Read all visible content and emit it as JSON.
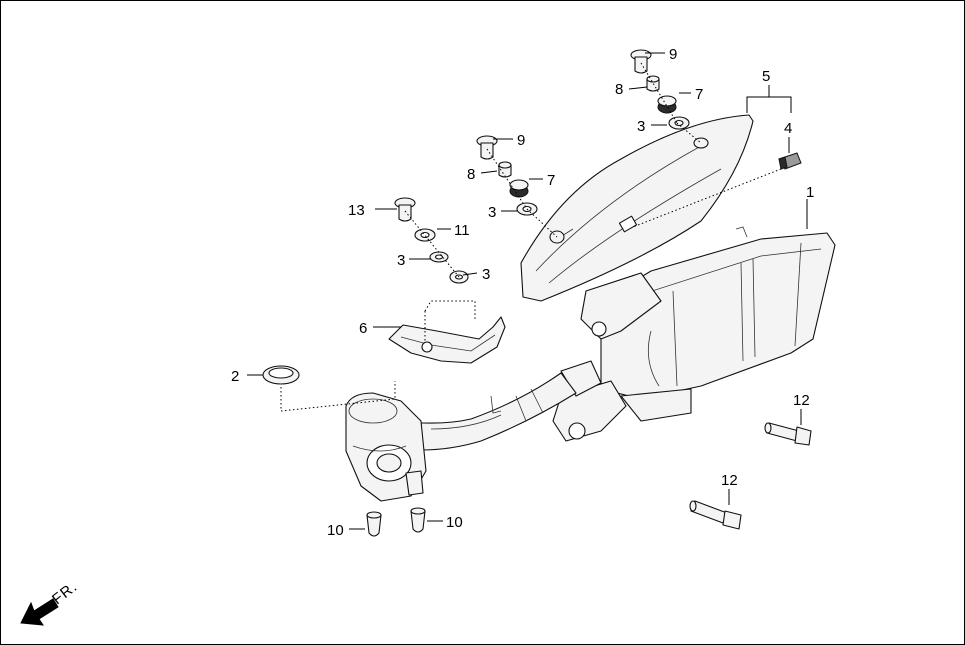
{
  "diagram": {
    "callouts": [
      {
        "id": "c-1",
        "label": "1",
        "part": "muffler-assembly"
      },
      {
        "id": "c-2",
        "label": "2",
        "part": "exhaust-gasket"
      },
      {
        "id": "c-3a",
        "label": "3",
        "part": "washer-upper-right"
      },
      {
        "id": "c-3b",
        "label": "3",
        "part": "washer-mid"
      },
      {
        "id": "c-3c",
        "label": "3",
        "part": "washer-left-1"
      },
      {
        "id": "c-3d",
        "label": "3",
        "part": "washer-left-2"
      },
      {
        "id": "c-4",
        "label": "4",
        "part": "clip-nut"
      },
      {
        "id": "c-5",
        "label": "5",
        "part": "heat-shield"
      },
      {
        "id": "c-6",
        "label": "6",
        "part": "pipe-protector"
      },
      {
        "id": "c-7a",
        "label": "7",
        "part": "rubber-grommet-upper"
      },
      {
        "id": "c-7b",
        "label": "7",
        "part": "rubber-grommet-mid"
      },
      {
        "id": "c-8a",
        "label": "8",
        "part": "collar-upper"
      },
      {
        "id": "c-8b",
        "label": "8",
        "part": "collar-mid"
      },
      {
        "id": "c-9a",
        "label": "9",
        "part": "bolt-upper"
      },
      {
        "id": "c-9b",
        "label": "9",
        "part": "bolt-mid"
      },
      {
        "id": "c-10a",
        "label": "10",
        "part": "cap-nut-left"
      },
      {
        "id": "c-10b",
        "label": "10",
        "part": "cap-nut-right"
      },
      {
        "id": "c-11",
        "label": "11",
        "part": "washer-11"
      },
      {
        "id": "c-12a",
        "label": "12",
        "part": "flange-bolt-upper"
      },
      {
        "id": "c-12b",
        "label": "12",
        "part": "flange-bolt-lower"
      },
      {
        "id": "c-13",
        "label": "13",
        "part": "bolt-13"
      }
    ],
    "direction": {
      "label": "FR.",
      "icon": "front-direction-arrow-icon"
    }
  }
}
